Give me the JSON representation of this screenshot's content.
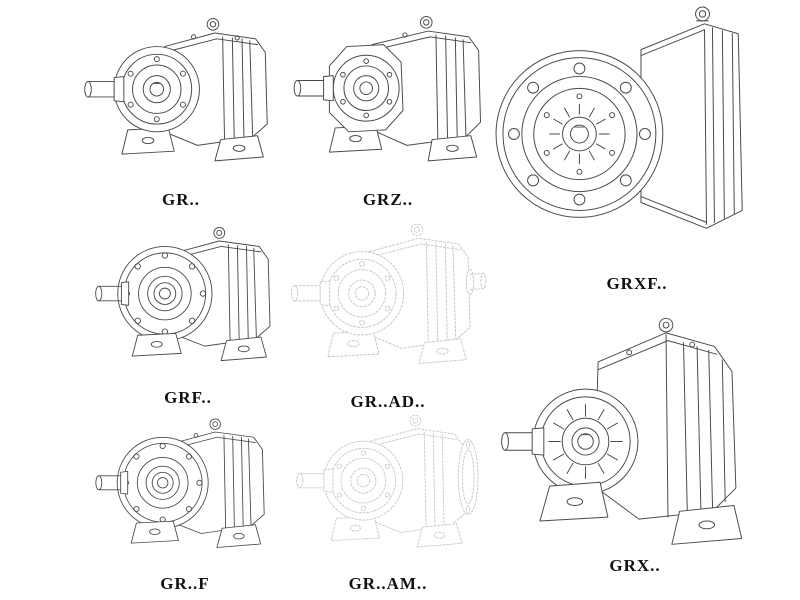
{
  "figures": [
    {
      "id": "gr",
      "label": "GR.."
    },
    {
      "id": "grz",
      "label": "GRZ.."
    },
    {
      "id": "grxf",
      "label": "GRXF.."
    },
    {
      "id": "grf",
      "label": "GRF.."
    },
    {
      "id": "gr-ad",
      "label": "GR..AD.."
    },
    {
      "id": "gr-f",
      "label": "GR..F"
    },
    {
      "id": "gr-am",
      "label": "GR..AM.."
    },
    {
      "id": "grx",
      "label": "GRX.."
    }
  ],
  "colors": {
    "line": "#4a4a4a",
    "phantom": "#c7c7c7",
    "label": "#111111",
    "background": "#ffffff"
  }
}
